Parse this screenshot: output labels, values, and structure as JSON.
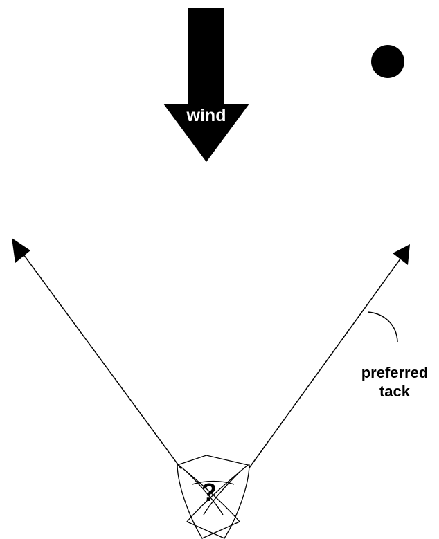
{
  "diagram": {
    "wind_label": "wind",
    "question_mark": "?",
    "tack_label_line1": "preferred",
    "tack_label_line2": "tack",
    "colors": {
      "ink": "#000000",
      "background": "#ffffff",
      "wind_text": "#ffffff"
    },
    "icons": [
      "wind-arrow-icon",
      "mark-buoy-icon",
      "boat-icon"
    ]
  }
}
